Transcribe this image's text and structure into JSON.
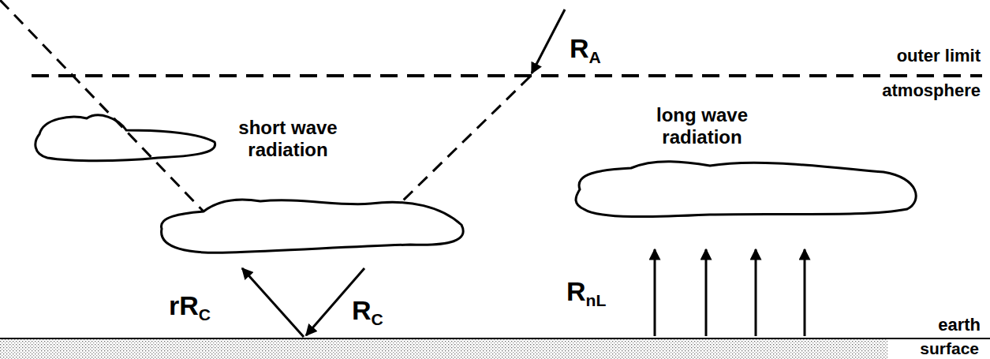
{
  "diagram": {
    "labels": [
      "outer limit",
      "atmosphere",
      "RA",
      "short wave radiation",
      "long wave radiation",
      "rRC",
      "RC",
      "RnL",
      "earth",
      "surface"
    ]
  }
}
